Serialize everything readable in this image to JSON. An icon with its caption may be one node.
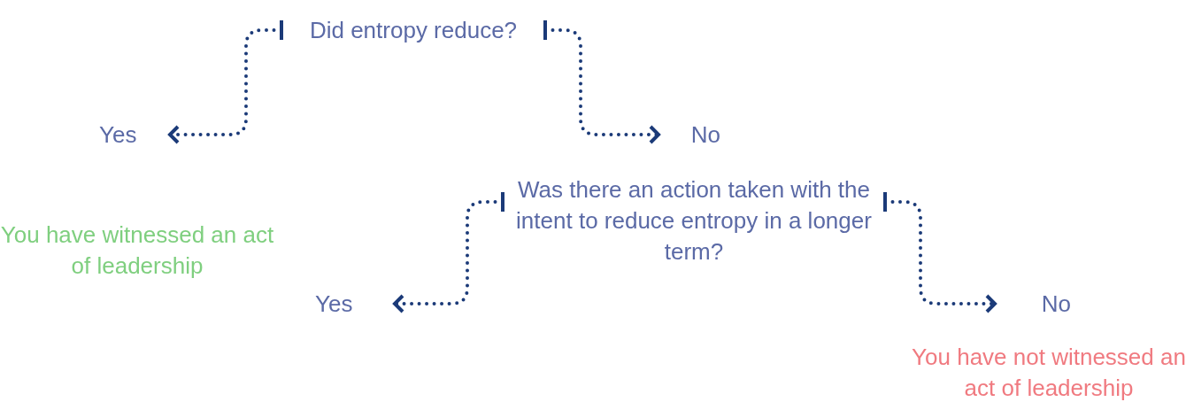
{
  "diagram": {
    "nodes": [
      {
        "text": [
          "Did entropy reduce?"
        ]
      },
      {
        "text": [
          "Yes"
        ]
      },
      {
        "text": [
          "No"
        ]
      },
      {
        "text": [
          "Was there an action taken with the intent to reduce entropy in a longer term?"
        ]
      },
      {
        "text": [
          "Yes"
        ]
      },
      {
        "text": [
          "No"
        ]
      }
    ],
    "edges": [
      {
        "from": 0,
        "to": 1,
        "arrow": "to",
        "style": "dashed"
      },
      {
        "from": 0,
        "to": 2,
        "arrow": "to",
        "style": "dashed"
      },
      {
        "from": 3,
        "to": 4,
        "arrow": "to",
        "style": "dashed"
      },
      {
        "from": 3,
        "to": 5,
        "arrow": "to",
        "style": "dashed"
      }
    ],
    "labels": [
      "You have witnessed an act of leadership",
      "You have not witnessed an act of leadership"
    ]
  }
}
